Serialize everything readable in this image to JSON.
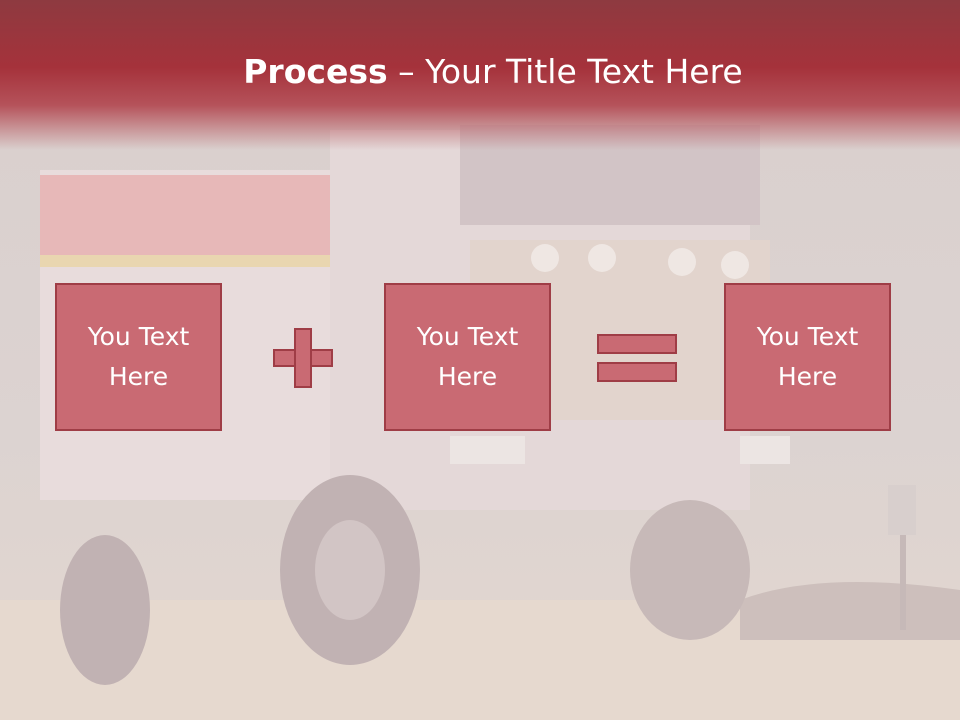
{
  "title": {
    "bold": "Process",
    "rest": " – Your Title Text Here"
  },
  "boxes": [
    {
      "label": "You Text\nHere"
    },
    {
      "label": "You Text\nHere"
    },
    {
      "label": "You Text\nHere"
    }
  ],
  "operators": {
    "first": "plus-icon",
    "second": "equals-icon"
  },
  "colors": {
    "header": "#a5323b",
    "box_fill": "#c96a73",
    "box_border": "#9f3d46"
  }
}
